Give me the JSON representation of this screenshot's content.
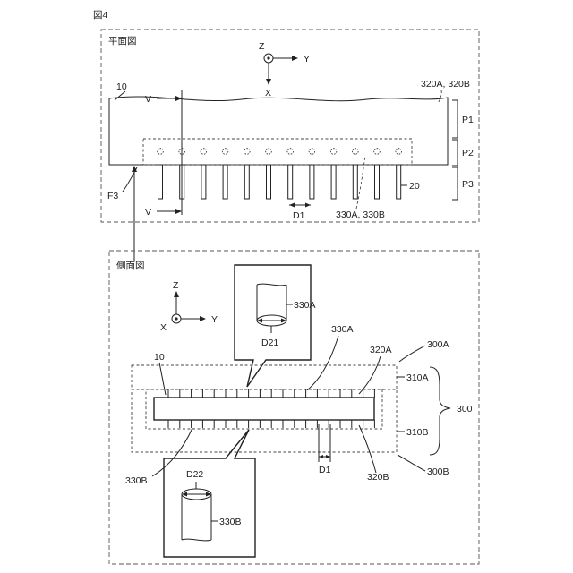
{
  "figure_label": "図4",
  "plan": {
    "title": "平面図",
    "axis_z": "Z",
    "axis_y": "Y",
    "axis_x": "X",
    "label_10": "10",
    "label_v_top": "V",
    "label_v_bottom": "V",
    "label_320": "320A, 320B",
    "label_p1": "P1",
    "label_p2": "P2",
    "label_p3": "P3",
    "label_f3": "F3",
    "label_20": "20",
    "label_d1": "D1",
    "label_330": "330A, 330B",
    "pin_count": 12
  },
  "side": {
    "title": "側面図",
    "axis_z": "Z",
    "axis_y": "Y",
    "axis_x": "X",
    "label_10": "10",
    "label_330a_callout": "330A",
    "label_d21": "D21",
    "label_330a": "330A",
    "label_320a": "320A",
    "label_300a": "300A",
    "label_310a": "310A",
    "label_300": "300",
    "label_310b": "310B",
    "label_300b": "300B",
    "label_320b": "320B",
    "label_d1": "D1",
    "label_330b": "330B",
    "label_d22": "D22",
    "label_330b_callout": "330B"
  }
}
